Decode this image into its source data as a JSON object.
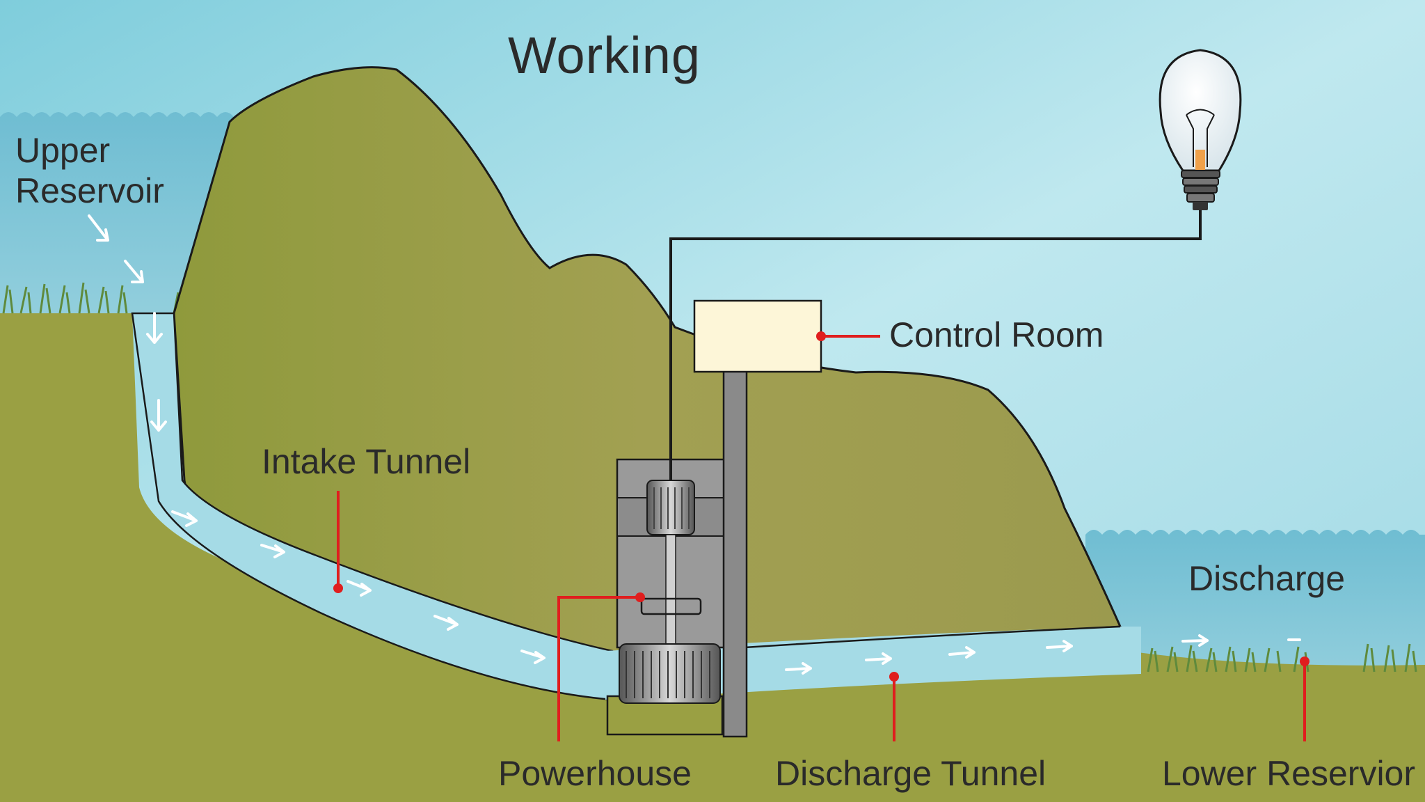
{
  "title": "Working",
  "labels": {
    "upper_reservoir_line1": "Upper",
    "upper_reservoir_line2": "Reservoir",
    "intake_tunnel": "Intake Tunnel",
    "control_room": "Control Room",
    "discharge": "Discharge",
    "powerhouse": "Powerhouse",
    "discharge_tunnel": "Discharge Tunnel",
    "lower_reservoir": "Lower Reservior"
  },
  "colors": {
    "sky_top": "#8fd3e0",
    "sky_bottom": "#c6eaf0",
    "water": "#7ec3d6",
    "tunnel_water": "#a5dbe6",
    "ground": "#9aa043",
    "mountain": "#9c9a4a",
    "grass": "#6d8c3a",
    "control_room": "#fdf6d8",
    "leader_red": "#e01e1e",
    "wire": "#1a1a1a",
    "machinery": "#8a8a8a"
  },
  "icons": {
    "bulb": "light-bulb-icon",
    "turbine": "turbine-icon",
    "generator": "generator-icon",
    "flow_arrow": "arrow-icon"
  }
}
